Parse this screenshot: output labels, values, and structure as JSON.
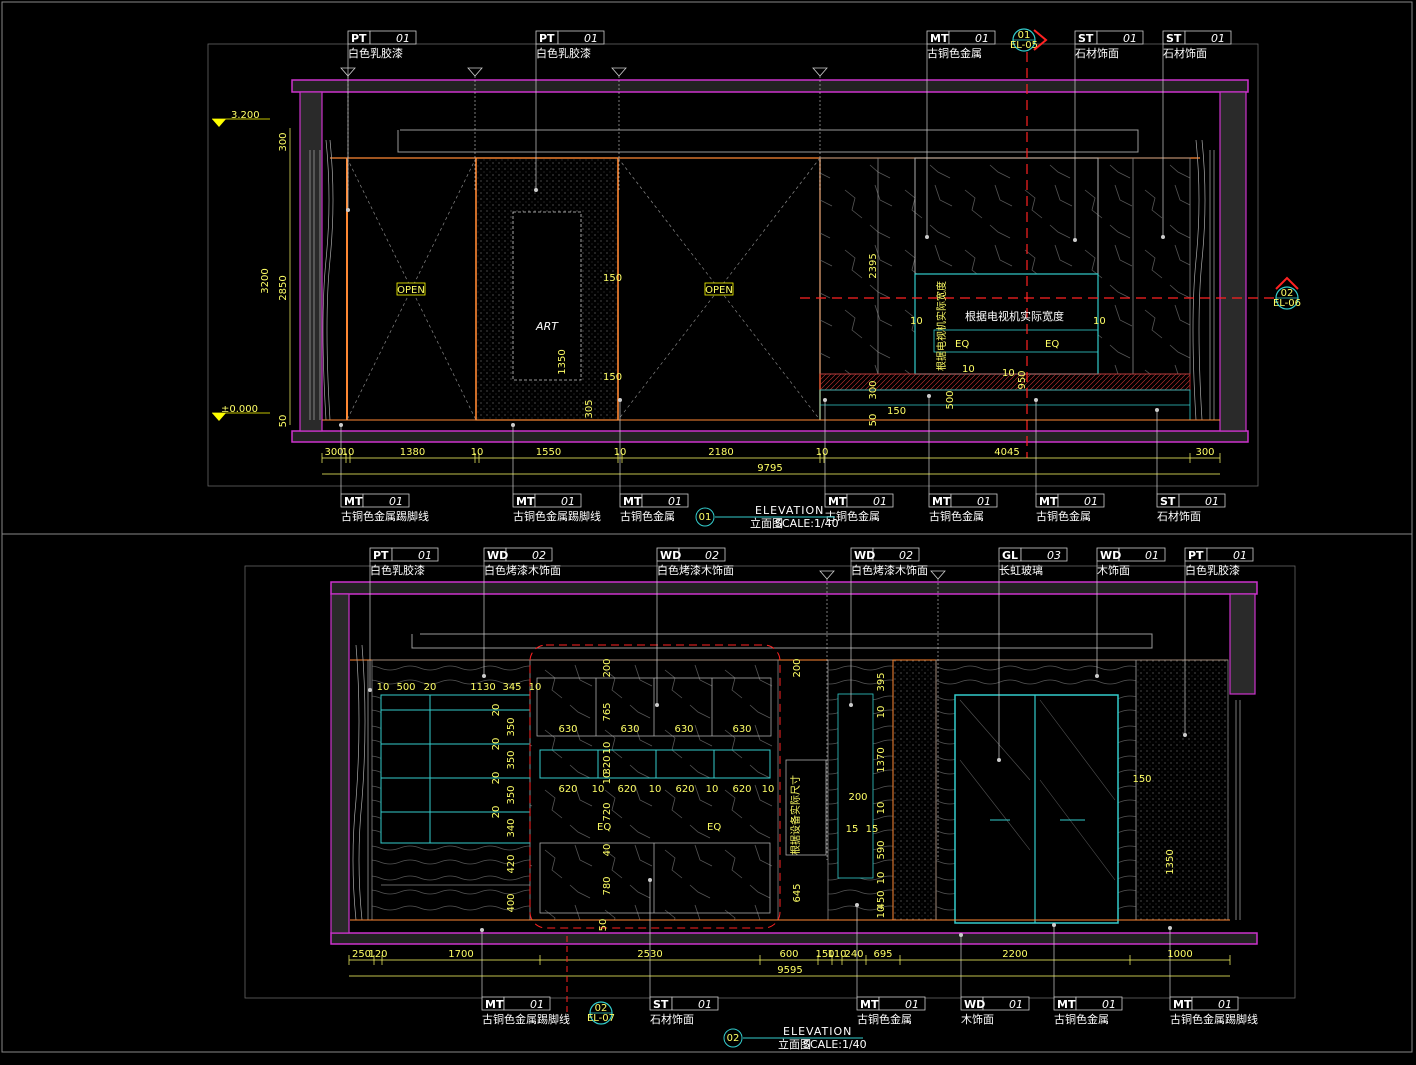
{
  "colors": {
    "background": "#000000",
    "wall_outline": "#cc33cc",
    "wall_fill": "#2a2a2a",
    "orange_line": "#ff8833",
    "cyan_line": "#33cccc",
    "yellow_dim": "#ffff66",
    "leader": "#cccccc",
    "red_axis": "#ff2222",
    "frame": "#888888"
  },
  "elevation1": {
    "top_tags": [
      {
        "code": "PT",
        "num": "01",
        "desc": "白色乳胶漆"
      },
      {
        "code": "PT",
        "num": "01",
        "desc": "白色乳胶漆"
      },
      {
        "code": "MT",
        "num": "01",
        "desc": "古铜色金属"
      },
      {
        "code": "ST",
        "num": "01",
        "desc": "石材饰面"
      },
      {
        "code": "ST",
        "num": "01",
        "desc": "石材饰面"
      }
    ],
    "bottom_tags": [
      {
        "code": "MT",
        "num": "01",
        "desc": "古铜色金属踢脚线"
      },
      {
        "code": "MT",
        "num": "01",
        "desc": "古铜色金属踢脚线"
      },
      {
        "code": "MT",
        "num": "01",
        "desc": "古铜色金属"
      },
      {
        "code": "MT",
        "num": "01",
        "desc": "古铜色金属"
      },
      {
        "code": "MT",
        "num": "01",
        "desc": "古铜色金属"
      },
      {
        "code": "MT",
        "num": "01",
        "desc": "古铜色金属"
      },
      {
        "code": "ST",
        "num": "01",
        "desc": "石材饰面"
      }
    ],
    "level_top": "3.200",
    "level_base": "±0.000",
    "open_labels": [
      "OPEN",
      "OPEN"
    ],
    "art_label": "ART",
    "tv_note": "根据电视机实际宽度",
    "tv_note_v": "根据电视机实际宽度",
    "eq": [
      "EQ",
      "EQ"
    ],
    "dims_h": [
      "300",
      "10",
      "1380",
      "10",
      "1550",
      "10",
      "2180",
      "10",
      "4045",
      "300"
    ],
    "dims_total": "9795",
    "dims_v_left": [
      "300",
      "3200",
      "2850",
      "50"
    ],
    "dims_v_misc": [
      "150",
      "1350",
      "150",
      "305",
      "2395",
      "10",
      "10",
      "10",
      "10",
      "300",
      "950",
      "50",
      "150",
      "500"
    ],
    "section_top": {
      "num": "01",
      "ref": "EL-05"
    },
    "section_right": {
      "num": "02",
      "ref": "EL-06"
    },
    "title": {
      "num": "01",
      "name": "ELEVATION",
      "sub": "立面图",
      "scale": "SCALE:1/40"
    }
  },
  "elevation2": {
    "top_tags": [
      {
        "code": "PT",
        "num": "01",
        "desc": "白色乳胶漆"
      },
      {
        "code": "WD",
        "num": "02",
        "desc": "白色烤漆木饰面"
      },
      {
        "code": "WD",
        "num": "02",
        "desc": "白色烤漆木饰面"
      },
      {
        "code": "WD",
        "num": "02",
        "desc": "白色烤漆木饰面"
      },
      {
        "code": "GL",
        "num": "03",
        "desc": "长虹玻璃"
      },
      {
        "code": "WD",
        "num": "01",
        "desc": "木饰面"
      },
      {
        "code": "PT",
        "num": "01",
        "desc": "白色乳胶漆"
      }
    ],
    "bottom_tags": [
      {
        "code": "MT",
        "num": "01",
        "desc": "古铜色金属踢脚线"
      },
      {
        "code": "ST",
        "num": "01",
        "desc": "石材饰面"
      },
      {
        "code": "MT",
        "num": "01",
        "desc": "古铜色金属"
      },
      {
        "code": "WD",
        "num": "01",
        "desc": "木饰面"
      },
      {
        "code": "MT",
        "num": "01",
        "desc": "古铜色金属"
      },
      {
        "code": "MT",
        "num": "01",
        "desc": "古铜色金属踢脚线"
      }
    ],
    "device_note": "根据设备实际尺寸",
    "eq": [
      "EQ",
      "EQ"
    ],
    "dims_h": [
      "250",
      "120",
      "1700",
      "2530",
      "600",
      "150",
      "110",
      "240",
      "695",
      "2200",
      "1000"
    ],
    "dims_total": "9595",
    "dims_top_row": [
      "10",
      "500",
      "20",
      "1130",
      "345",
      "10"
    ],
    "dims_630": [
      "630",
      "630",
      "630",
      "630"
    ],
    "dims_620": [
      "620",
      "10",
      "620",
      "10",
      "620",
      "10",
      "620",
      "10"
    ],
    "dims_v": [
      "200",
      "765",
      "10",
      "320",
      "10",
      "720",
      "40",
      "780",
      "50",
      "200",
      "645",
      "395",
      "10",
      "1370",
      "10",
      "590",
      "10",
      "450",
      "10",
      "200",
      "15",
      "15",
      "150",
      "1350",
      "20",
      "350",
      "20",
      "350",
      "20",
      "350",
      "20",
      "340",
      "420",
      "400"
    ],
    "section_bottom": {
      "num": "02",
      "ref": "EL-07"
    },
    "title": {
      "num": "02",
      "name": "ELEVATION",
      "sub": "立面图",
      "scale": "SCALE:1/40"
    }
  }
}
